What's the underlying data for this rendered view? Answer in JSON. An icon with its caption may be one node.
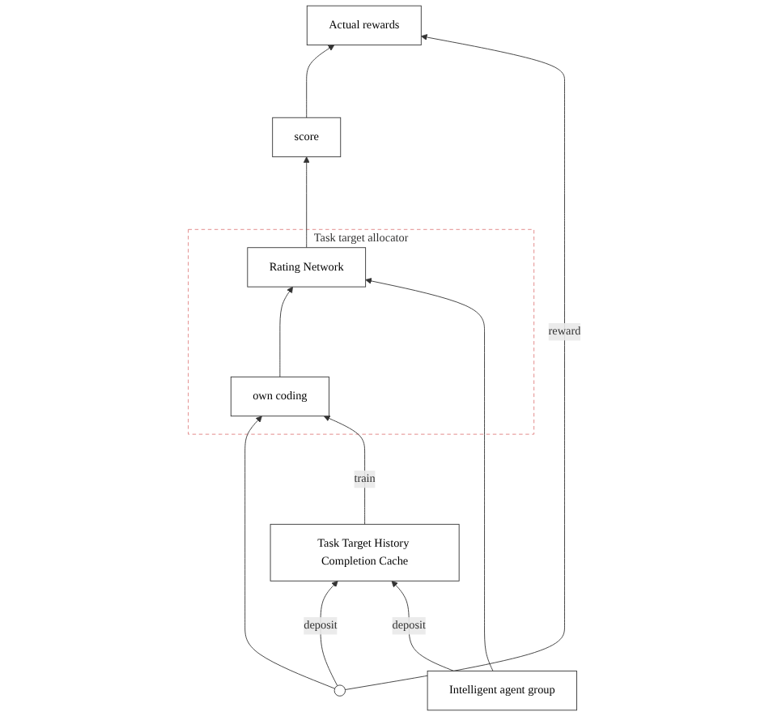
{
  "diagram": {
    "nodes": [
      {
        "text": [
          "Actual rewards"
        ]
      },
      {
        "text": [
          "score"
        ]
      },
      {
        "text": [
          "Task target allocator"
        ]
      },
      {
        "text": [
          "Rating Network"
        ],
        "in": 2
      },
      {
        "text": [
          "own coding"
        ],
        "in": 2
      },
      {
        "text": [],
        "shape": "circle"
      },
      {
        "text": [
          "Intelligent agent group"
        ]
      },
      {
        "text": [
          "Task Target History Completion Cache"
        ]
      }
    ],
    "edges": [
      {
        "from": 1,
        "to": 0,
        "arrow": "to"
      },
      {
        "from": 3,
        "to": 1,
        "arrow": "to"
      },
      {
        "from": 4,
        "to": 3,
        "arrow": "to"
      },
      {
        "from": 5,
        "to": 4,
        "arrow": "to"
      },
      {
        "from": 5,
        "to": 0,
        "arrow": "to",
        "label": "reward"
      },
      {
        "from": 5,
        "to": 7,
        "arrow": "to",
        "label": "deposit"
      },
      {
        "from": 6,
        "to": 3,
        "arrow": "to"
      },
      {
        "from": 6,
        "to": 7,
        "arrow": "to",
        "label": "deposit"
      },
      {
        "from": 7,
        "to": 4,
        "arrow": "to",
        "label": "train"
      }
    ]
  }
}
